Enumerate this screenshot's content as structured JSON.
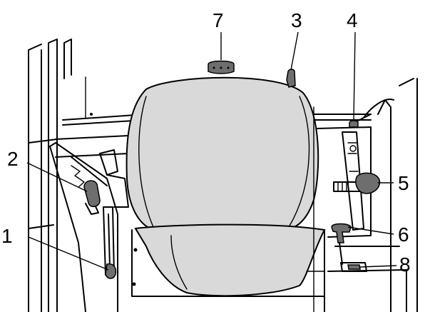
{
  "diagram": {
    "callouts": [
      {
        "id": "1",
        "label": "1"
      },
      {
        "id": "2",
        "label": "2"
      },
      {
        "id": "3",
        "label": "3"
      },
      {
        "id": "4",
        "label": "4"
      },
      {
        "id": "5",
        "label": "5"
      },
      {
        "id": "6",
        "label": "6"
      },
      {
        "id": "7",
        "label": "7"
      },
      {
        "id": "8",
        "label": "8"
      }
    ],
    "colors": {
      "line": "#000000",
      "seat_fill": "#d9d9d9",
      "knob_fill": "#6e6e6e",
      "background": "#ffffff"
    }
  }
}
